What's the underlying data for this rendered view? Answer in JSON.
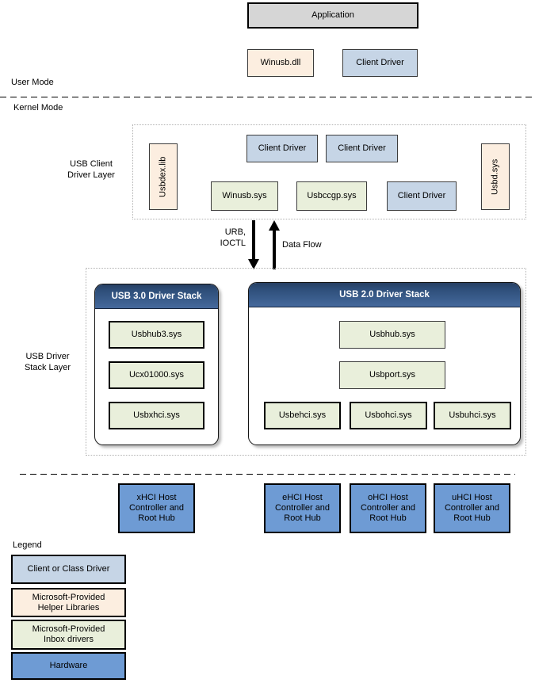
{
  "modes": {
    "user_mode_label": "User Mode",
    "kernel_mode_label": "Kernel Mode"
  },
  "top": {
    "application": "Application",
    "winusb_dll": "Winusb.dll",
    "client_driver": "Client Driver"
  },
  "client_layer": {
    "label_line1": "USB Client",
    "label_line2": "Driver Layer",
    "usbdex_lib": "Usbdex.lib",
    "usbd_sys": "Usbd.sys",
    "client_drivers": [
      "Client Driver",
      "Client Driver",
      "Client Driver"
    ],
    "winusb_sys": "Winusb.sys",
    "usbccgp_sys": "Usbccgp.sys"
  },
  "flow": {
    "urb_line1": "URB,",
    "urb_line2": "IOCTL",
    "data_flow": "Data Flow"
  },
  "stack_layer": {
    "label_line1": "USB Driver",
    "label_line2": "Stack Layer",
    "usb3_title": "USB 3.0 Driver Stack",
    "usb3_items": [
      "Usbhub3.sys",
      "Ucx01000.sys",
      "Usbxhci.sys"
    ],
    "usb2_title": "USB 2.0 Driver Stack",
    "usb2_upper": [
      "Usbhub.sys",
      "Usbport.sys"
    ],
    "usb2_lower": [
      "Usbehci.sys",
      "Usbohci.sys",
      "Usbuhci.sys"
    ]
  },
  "hardware": {
    "xhci": "xHCI Host Controller and Root Hub",
    "ehci": "eHCI Host Controller and Root Hub",
    "ohci": "oHCI Host Controller and Root Hub",
    "uhci": "uHCI Host Controller and Root Hub"
  },
  "legend": {
    "title": "Legend",
    "items": [
      {
        "label": "Client or Class Driver"
      },
      {
        "label": "Microsoft-Provided Helper Libraries"
      },
      {
        "label": "Microsoft-Provided Inbox drivers"
      },
      {
        "label": "Hardware"
      }
    ]
  },
  "colors": {
    "client_blue": "#c6d5e6",
    "helper_cream": "#fceee0",
    "inbox_green": "#e9efdb",
    "hardware_blue": "#6e9bd4",
    "application_gray": "#d6d6d6",
    "stack_header_navy": "#2e4e79"
  }
}
